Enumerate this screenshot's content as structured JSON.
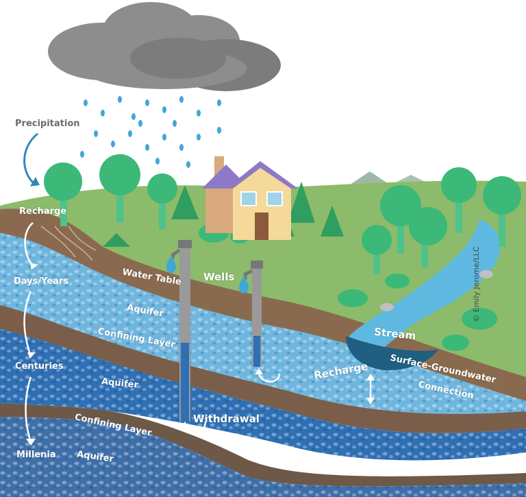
{
  "labels": {
    "precipitation": "Precipitation",
    "recharge_left": "Recharge",
    "days_years": "Days/Years",
    "water_table": "Water Table",
    "wells": "Wells",
    "aquifer_1": "Aquifer",
    "confining_layer_1": "Confining Layer",
    "centuries": "Centuries",
    "aquifer_2": "Aquifer",
    "withdrawal": "Withdrawal",
    "confining_layer_2": "Confining Layer",
    "millenia": "Millenia",
    "aquifer_3": "Aquifer",
    "stream": "Stream",
    "recharge_right": "Recharge",
    "surface_groundwater_line1": "Surface-Groundwater",
    "surface_groundwater_line2": "Connection",
    "credit": "© Emily Jerome/LLC"
  },
  "colors": {
    "sky": "#ffffff",
    "cloud": "#8d8d8d",
    "rain": "#3fa7d6",
    "grass": "#8cbb6b",
    "soil": "#8a6a4e",
    "confining": "#6e5848",
    "aquifer_upper": "#6fb6df",
    "aquifer_lower": "#2f6fb3",
    "stream": "#5fb8e0",
    "tree": "#3cb878",
    "house": "#f5d99a",
    "roof": "#8d79c5"
  }
}
